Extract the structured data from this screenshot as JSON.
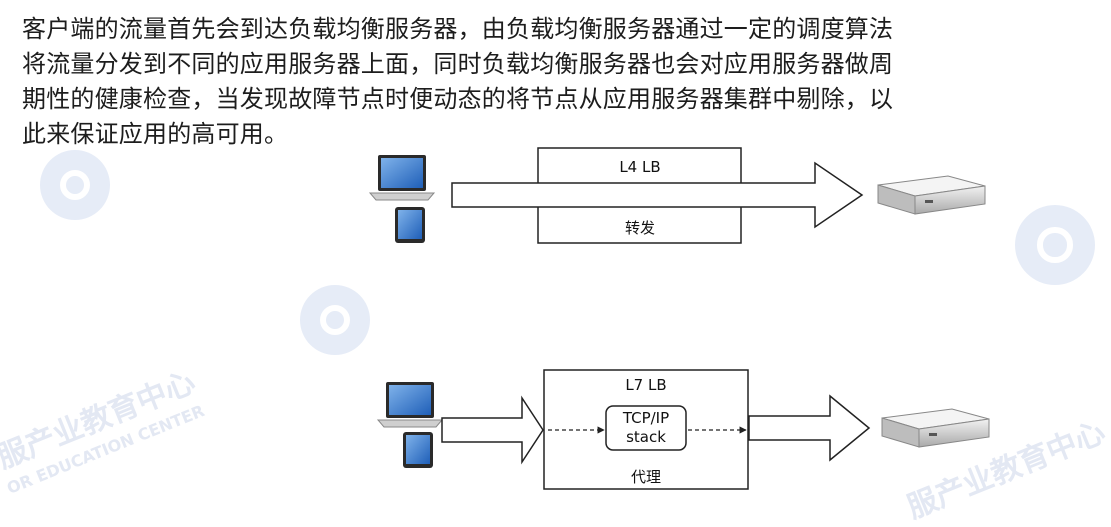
{
  "paragraph": {
    "lines": [
      "客户端的流量首先会到达负载均衡服务器，由负载均衡服务器通过一定的调度算法",
      "将流量分发到不同的应用服务器上面，同时负载均衡服务器也会对应用服务器做周",
      "期性的健康检查，当发现故障节点时便动态的将节点从应用服务器集群中剔除，以",
      "此来保证应用的高可用。"
    ]
  },
  "l4": {
    "title": "L4 LB",
    "caption": "转发"
  },
  "l7": {
    "title": "L7 LB",
    "stack_line1": "TCP/IP",
    "stack_line2": "stack",
    "caption": "代理"
  },
  "watermark": {
    "text": "服产业教育中心",
    "subtext": "OR EDUCATION CENTER"
  }
}
